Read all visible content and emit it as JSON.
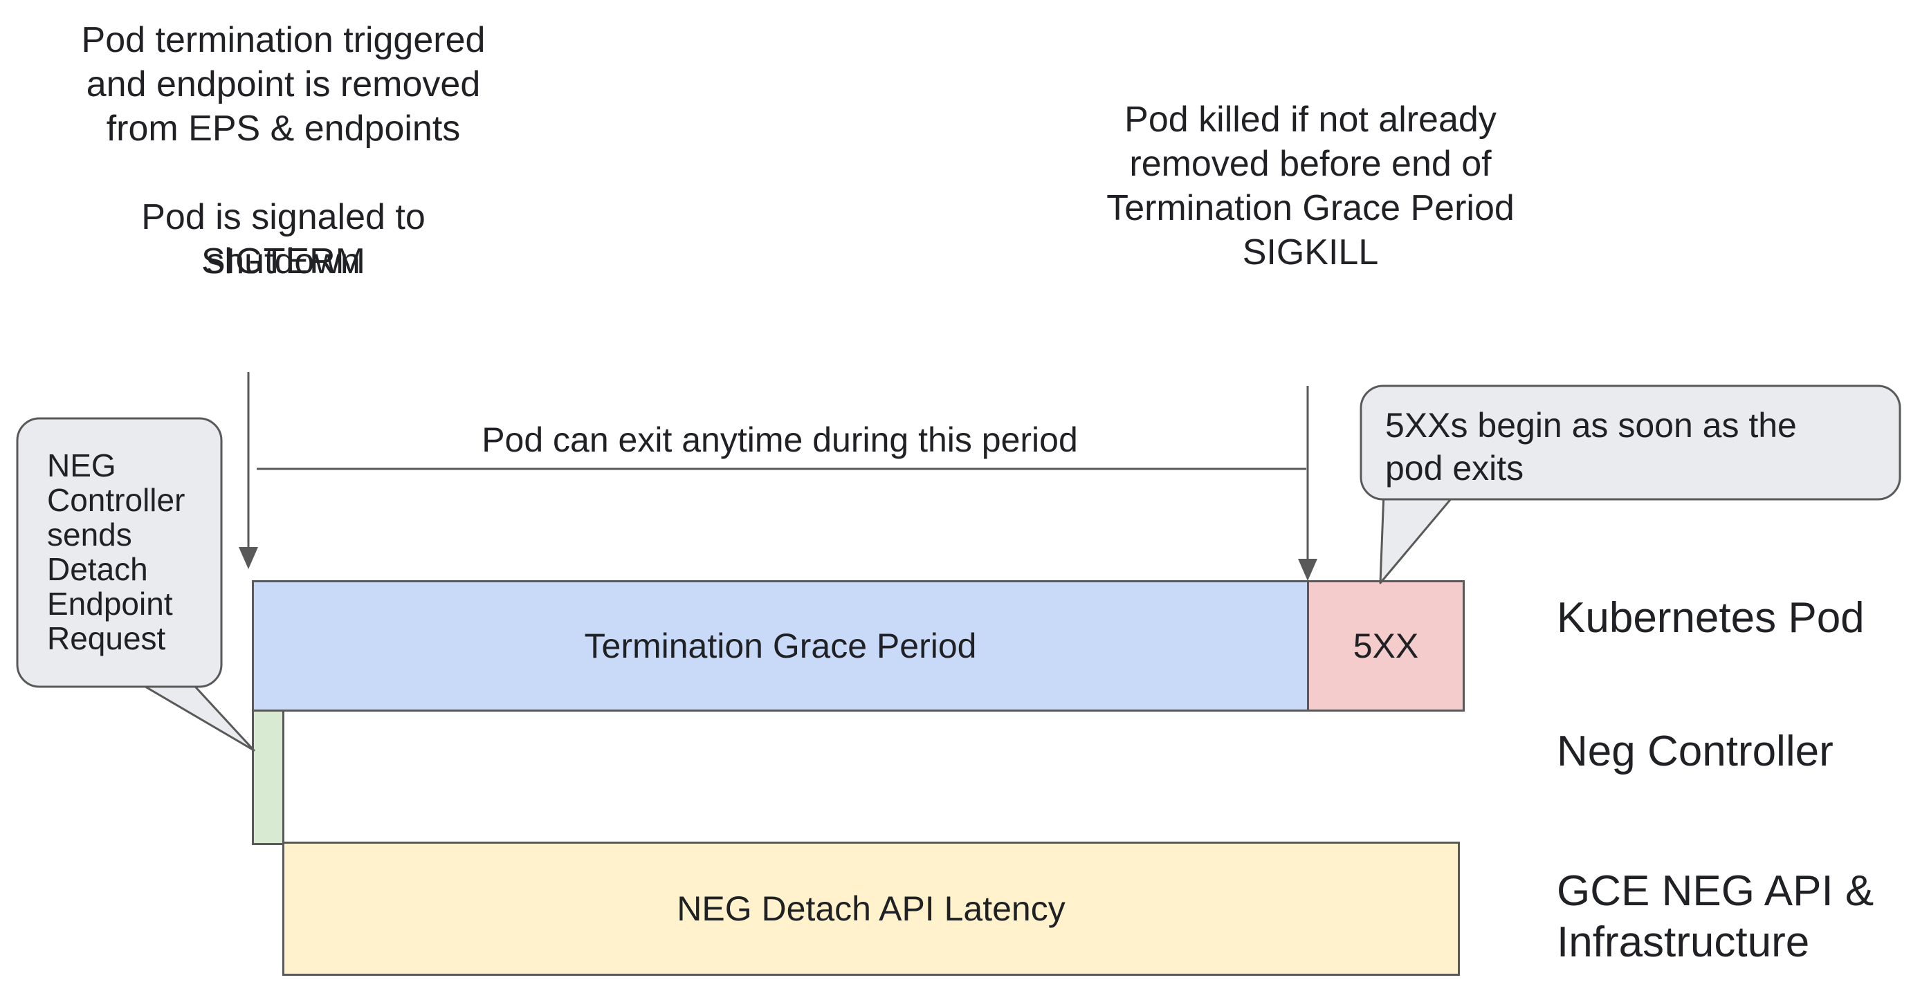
{
  "diagram": {
    "colors": {
      "blue": "#c9daf8",
      "pink": "#f4cccc",
      "green": "#d9ead3",
      "yellow": "#fff2cc",
      "bubble": "#e9ebee",
      "line": "#595959",
      "text": "#202124"
    },
    "top_left_note": {
      "lines": [
        "Pod termination triggered",
        "and endpoint is removed",
        "from EPS & endpoints",
        "",
        "Pod is signaled to shutdown",
        "SIGTERM"
      ]
    },
    "top_right_note": {
      "lines": [
        "Pod killed if not already",
        "removed before end of",
        "Termination Grace Period",
        "SIGKILL"
      ]
    },
    "period_line_label": "Pod can exit anytime during this period",
    "left_callout": {
      "lines": [
        "NEG",
        "Controller",
        "sends",
        "Detach",
        "Endpoint",
        "Request"
      ]
    },
    "right_callout": {
      "lines": [
        "5XXs begin as soon as the",
        "pod exits"
      ]
    },
    "bars": {
      "termination_grace_period": {
        "label": "Termination Grace Period",
        "color": "#c9daf8"
      },
      "five_xx": {
        "label": "5XX",
        "color": "#f4cccc"
      },
      "neg_detach_request": {
        "color": "#d9ead3"
      },
      "neg_detach_api_latency": {
        "label": "NEG Detach API Latency",
        "color": "#fff2cc"
      }
    },
    "row_labels": {
      "kubernetes_pod": "Kubernetes Pod",
      "neg_controller": "Neg Controller",
      "gce_neg_api_line1": "GCE NEG API &",
      "gce_neg_api_line2": "Infrastructure"
    }
  }
}
